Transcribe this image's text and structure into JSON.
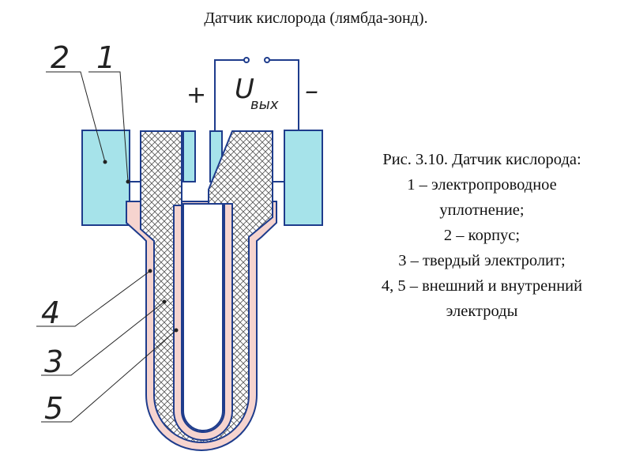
{
  "title": "Датчик кислорода (лямбда-зонд).",
  "caption": {
    "lines": [
      "Рис. 3.10. Датчик кислорода:",
      "1 – электропроводное",
      "уплотнение;",
      "2 – корпус;",
      "3 – твердый электролит;",
      "4, 5 – внешний и внутренний",
      "электроды"
    ]
  },
  "callouts": {
    "c1": "1",
    "c2": "2",
    "c3": "3",
    "c4": "4",
    "c5": "5"
  },
  "circuit": {
    "plus": "+",
    "minus": "–",
    "voltage": "U",
    "voltage_sub": "вых"
  },
  "colors": {
    "body": "#a6e3ea",
    "electrode": "#f6d4cf",
    "electrolyte_hatch": "#555555",
    "outline": "#1e3c8c"
  }
}
